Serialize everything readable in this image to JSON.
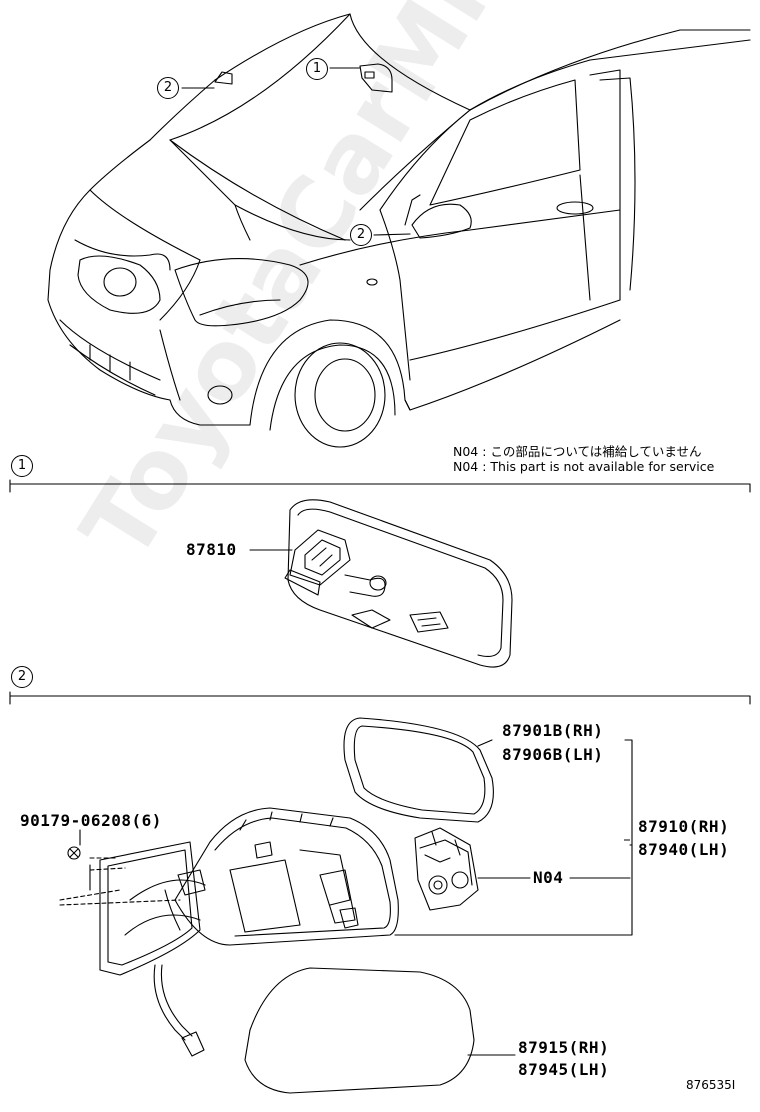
{
  "callouts": {
    "c1": "1",
    "c2a": "2",
    "c2b": "2"
  },
  "notes": {
    "jp": "N04 : この部品については補給していません",
    "en": "N04 :  This part is not available for service"
  },
  "sections": {
    "s1": "1",
    "s2": "2"
  },
  "parts": {
    "inner_mirror": "87810",
    "mirror_glass_rh": "87901B(RH)",
    "mirror_glass_lh": "87906B(LH)",
    "mirror_assy_rh": "87910(RH)",
    "mirror_assy_lh": "87940(LH)",
    "screw": "90179-06208(6)",
    "n04_ref": "N04",
    "cover_rh": "87915(RH)",
    "cover_lh": "87945(LH)"
  },
  "figure_number": "876535I",
  "watermark": "ToyotaCarMine.ru"
}
